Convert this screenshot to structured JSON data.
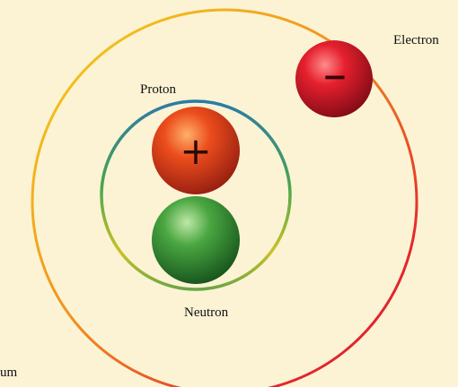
{
  "labels": {
    "electron": "Electron",
    "proton": "Proton",
    "neutron": "Neutron",
    "atom_fragment": "um"
  },
  "particles": {
    "electron_sign": "−",
    "proton_sign": "+"
  },
  "colors": {
    "background": "#fbf3d4",
    "electron": "#d8142a",
    "proton": "#e5421a",
    "neutron": "#3f9a3a",
    "outer_orbit_gradient": [
      "#f1c21a",
      "#f08a1e",
      "#e2182d"
    ],
    "inner_orbit_gradient": [
      "#2f7fa6",
      "#5aa64a",
      "#d9c21f"
    ]
  }
}
